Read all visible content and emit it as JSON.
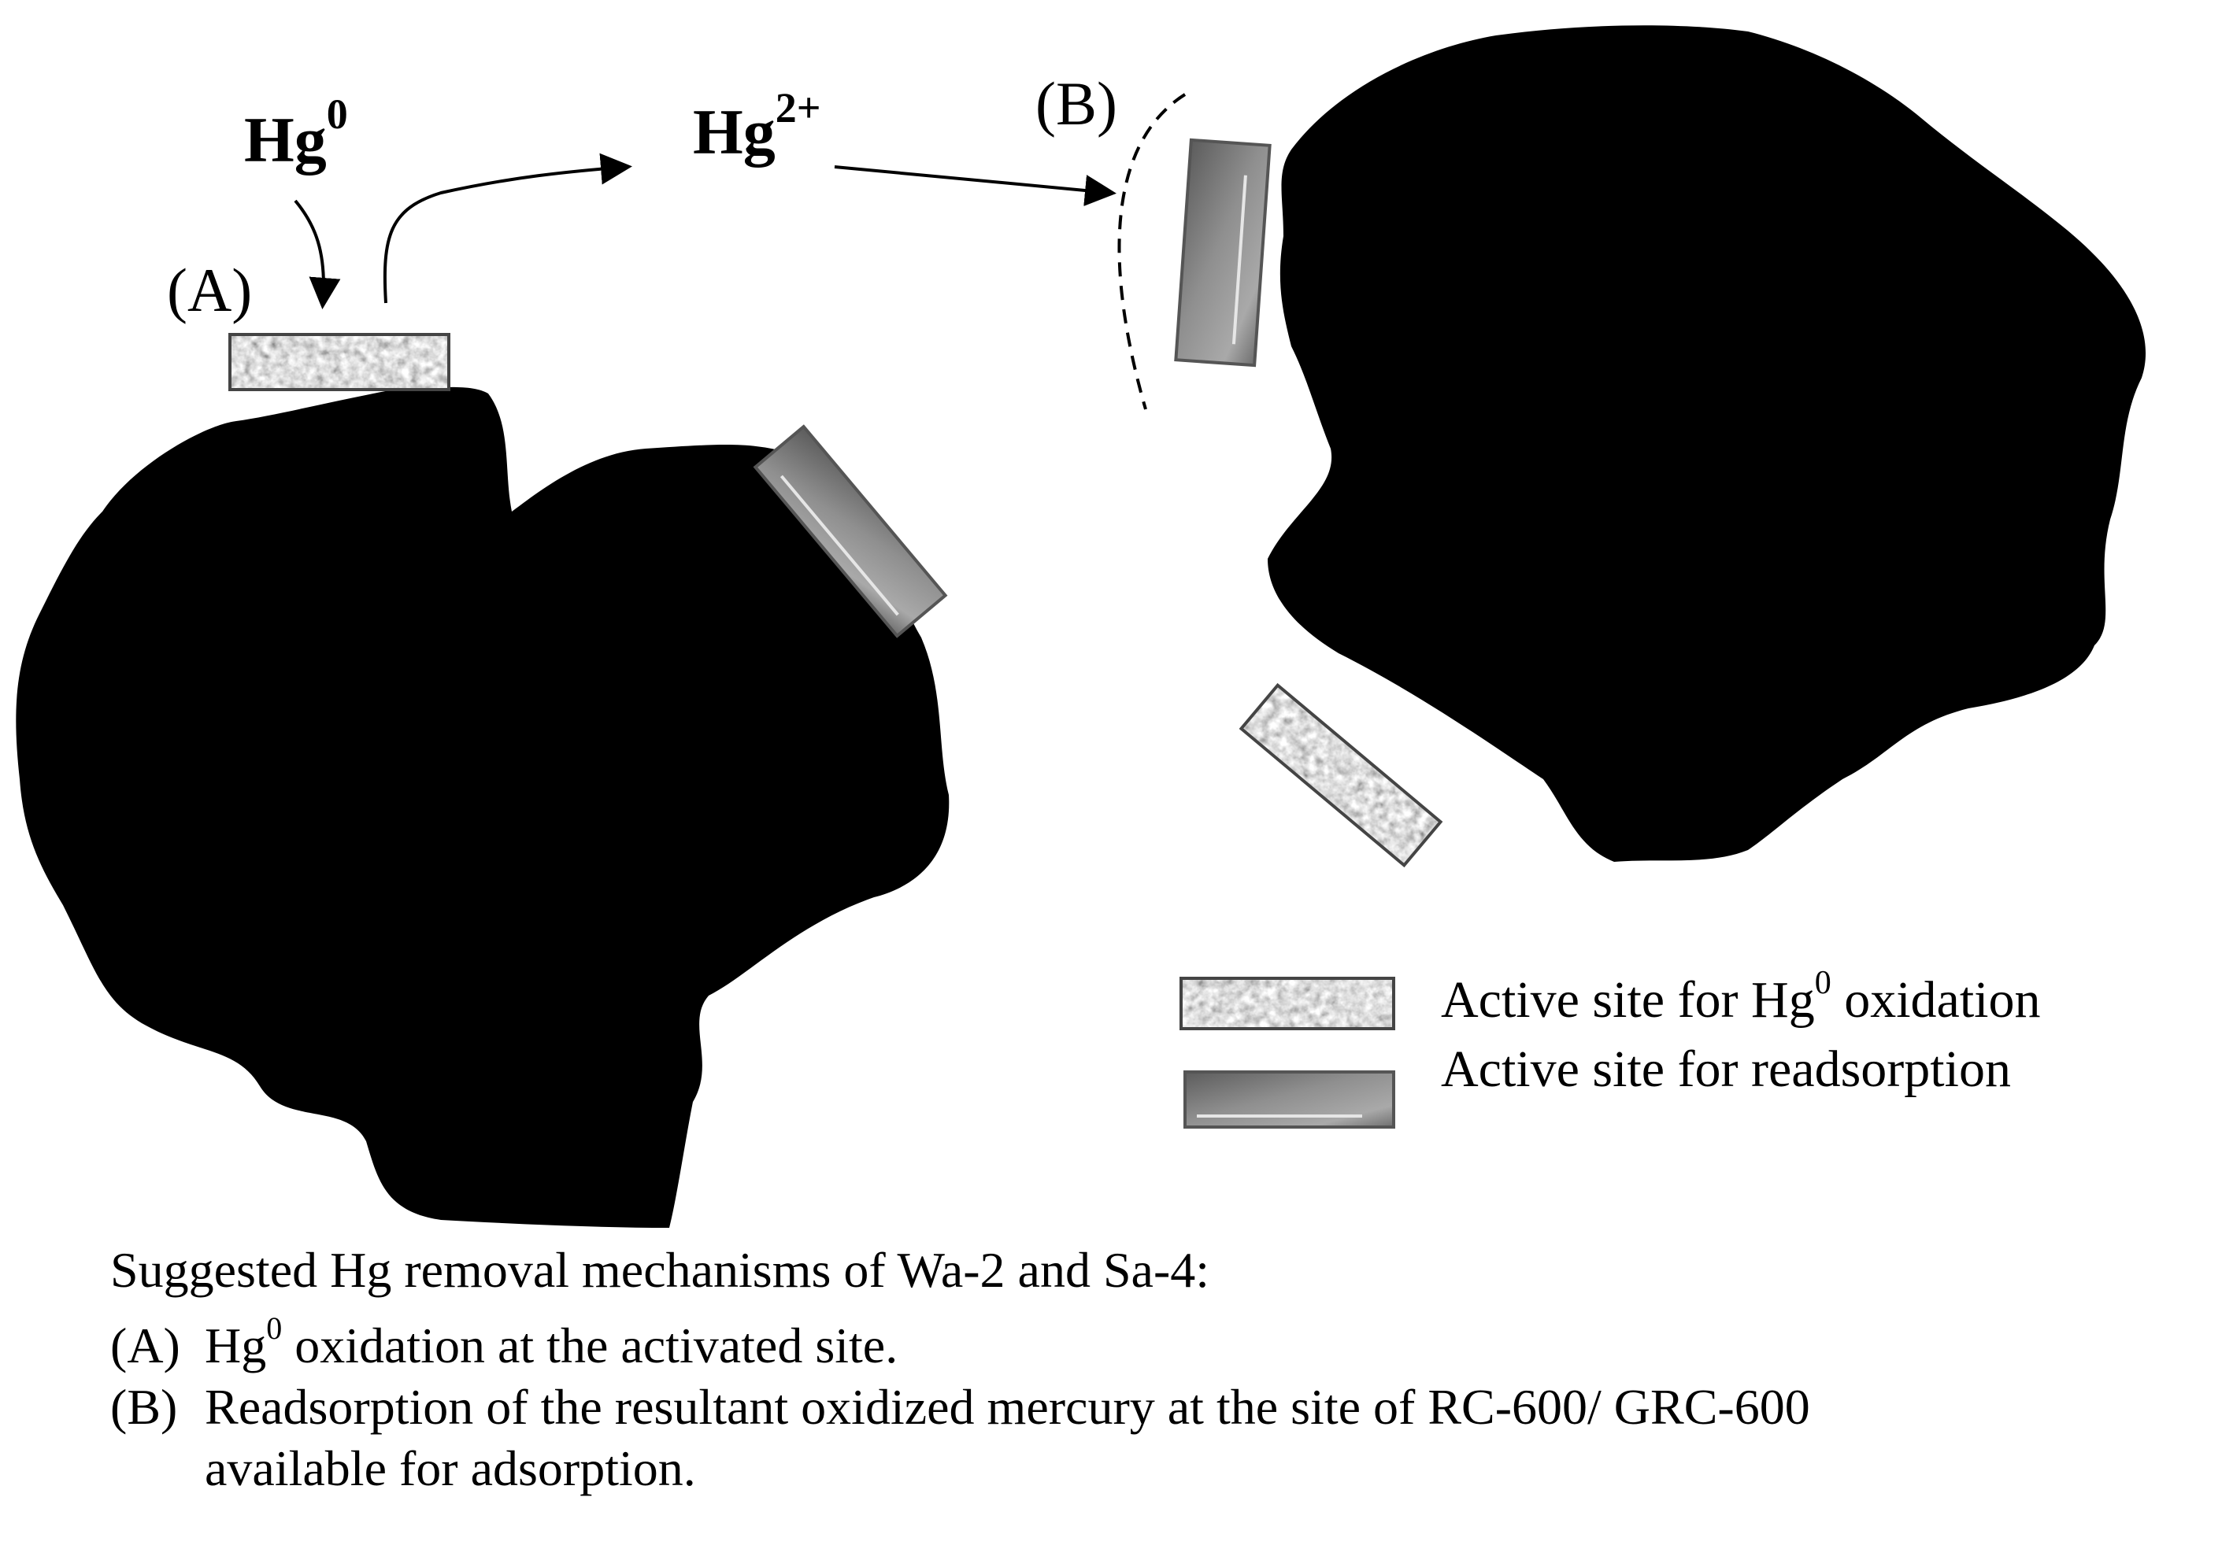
{
  "diagram": {
    "species": {
      "hg0": {
        "base": "Hg",
        "sup": "0"
      },
      "hg2": {
        "base": "Hg",
        "sup": "2+"
      }
    },
    "panel_labels": {
      "a": "(A)",
      "b": "(B)"
    },
    "legend": {
      "oxidation": {
        "pre": "Active site for Hg",
        "sup": "0",
        "post": " oxidation"
      },
      "readsorption": {
        "text": "Active site for readsorption"
      }
    },
    "colors": {
      "particle": "#000000",
      "site_border": "#555555",
      "site_gray": "#8a8a8a"
    }
  },
  "caption": {
    "heading": "Suggested Hg removal mechanisms of Wa-2 and Sa-4:",
    "items": [
      {
        "tag": "(A)",
        "pre": "Hg",
        "sup": "0",
        "post": " oxidation at the activated site."
      },
      {
        "tag": "(B)",
        "text": "Readsorption of the resultant oxidized mercury at the site of RC-600/ GRC-600",
        "text2": "available for adsorption."
      }
    ]
  }
}
